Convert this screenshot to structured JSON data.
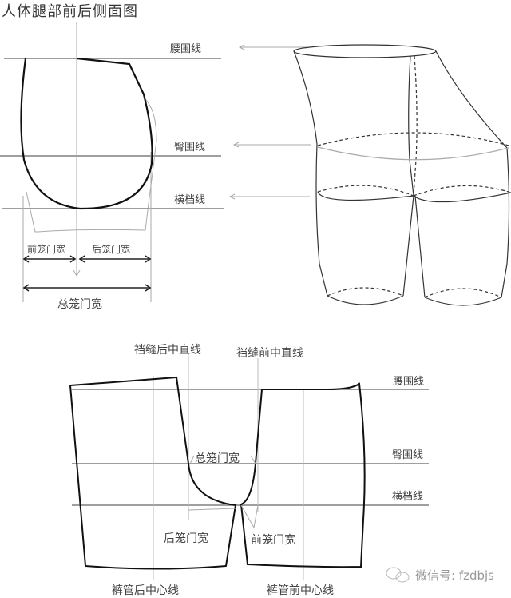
{
  "title": "人体腿部前后侧面图",
  "top_diagram": {
    "labels": {
      "waist_line": "腰围线",
      "hip_line": "臀围线",
      "crotch_line": "横档线",
      "front_crotch_width": "前笼门宽",
      "back_crotch_width": "后笼门宽",
      "total_crotch_width": "总笼门宽"
    }
  },
  "bottom_diagram": {
    "labels": {
      "back_crotch_seam_center": "裆缝后中直线",
      "front_crotch_seam_center": "裆缝前中直线",
      "waist_line": "腰围线",
      "hip_line": "臀围线",
      "crotch_line": "横档线",
      "total_crotch_width": "总笼门宽",
      "back_crotch_width": "后笼门宽",
      "front_crotch_width": "前笼门宽",
      "back_leg_center_line": "裤管后中心线",
      "front_leg_center_line": "裤管前中心线"
    }
  },
  "watermark": {
    "icon": "wechat-icon",
    "text": "微信号: fzdbjs"
  },
  "colors": {
    "outline": "#1a1a1a",
    "guide": "#999999",
    "light_guide": "#bbbbbb"
  }
}
